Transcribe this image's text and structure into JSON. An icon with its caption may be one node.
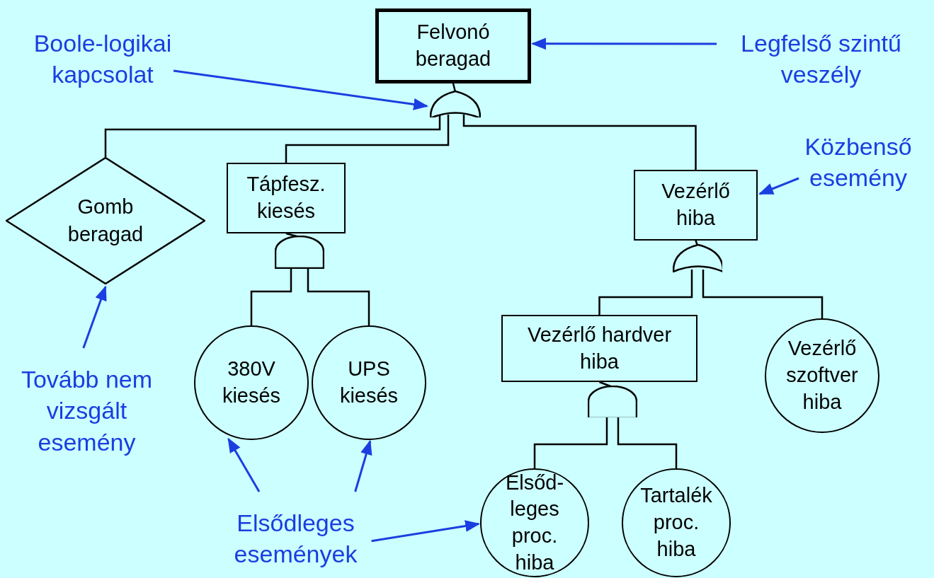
{
  "diagram": {
    "nodes": [
      {
        "text": [
          "Felvonó beragad"
        ]
      },
      {
        "text": [],
        "shape": "or-gate"
      },
      {
        "text": [
          "Gomb beragad"
        ]
      },
      {
        "text": [
          "Tápfesz. kiesés"
        ]
      },
      {
        "text": [],
        "shape": "and-gate"
      },
      {
        "text": [
          "380V kiesés"
        ]
      },
      {
        "text": [
          "UPS kiesés"
        ]
      },
      {
        "text": [
          "Vezérlő hiba"
        ]
      },
      {
        "text": [],
        "shape": "or-gate"
      },
      {
        "text": [
          "Vezérlő hardver hiba"
        ]
      },
      {
        "text": [],
        "shape": "and-gate"
      },
      {
        "text": [
          "Vezérlő szoftver hiba"
        ]
      },
      {
        "text": [
          "Elsőd-leges proc. hiba"
        ]
      },
      {
        "text": [
          "Tartalék proc. hiba"
        ]
      },
      {
        "text": [
          "Boole-logikai kapcsolat"
        ]
      },
      {
        "text": [
          "Legfelső szintű veszély"
        ]
      },
      {
        "text": [
          "Közbenső esemény"
        ]
      },
      {
        "text": [
          "Tovább nem vizsgált esemény"
        ]
      },
      {
        "text": [
          "Elsődleges események"
        ]
      }
    ],
    "edges": [
      {
        "from": 0,
        "to": 1,
        "arrow": "none"
      },
      {
        "from": 1,
        "to": 2,
        "arrow": "none"
      },
      {
        "from": 1,
        "to": 3,
        "arrow": "none"
      },
      {
        "from": 1,
        "to": 7,
        "arrow": "none"
      },
      {
        "from": 3,
        "to": 4,
        "arrow": "none"
      },
      {
        "from": 4,
        "to": 5,
        "arrow": "none"
      },
      {
        "from": 4,
        "to": 6,
        "arrow": "none"
      },
      {
        "from": 7,
        "to": 8,
        "arrow": "none"
      },
      {
        "from": 8,
        "to": 9,
        "arrow": "none"
      },
      {
        "from": 8,
        "to": 11,
        "arrow": "none"
      },
      {
        "from": 9,
        "to": 10,
        "arrow": "none"
      },
      {
        "from": 10,
        "to": 12,
        "arrow": "none"
      },
      {
        "from": 10,
        "to": 13,
        "arrow": "none"
      },
      {
        "from": 14,
        "to": 1,
        "arrow": "to",
        "color": "#1a3ee0"
      },
      {
        "from": 15,
        "to": 0,
        "arrow": "to",
        "color": "#1a3ee0"
      },
      {
        "from": 16,
        "to": 7,
        "arrow": "to",
        "color": "#1a3ee0"
      },
      {
        "from": 17,
        "to": 2,
        "arrow": "to",
        "color": "#1a3ee0"
      },
      {
        "from": 18,
        "to": 5,
        "arrow": "to",
        "color": "#1a3ee0"
      },
      {
        "from": 18,
        "to": 6,
        "arrow": "to",
        "color": "#1a3ee0"
      },
      {
        "from": 18,
        "to": 12,
        "arrow": "to",
        "color": "#1a3ee0"
      }
    ]
  }
}
